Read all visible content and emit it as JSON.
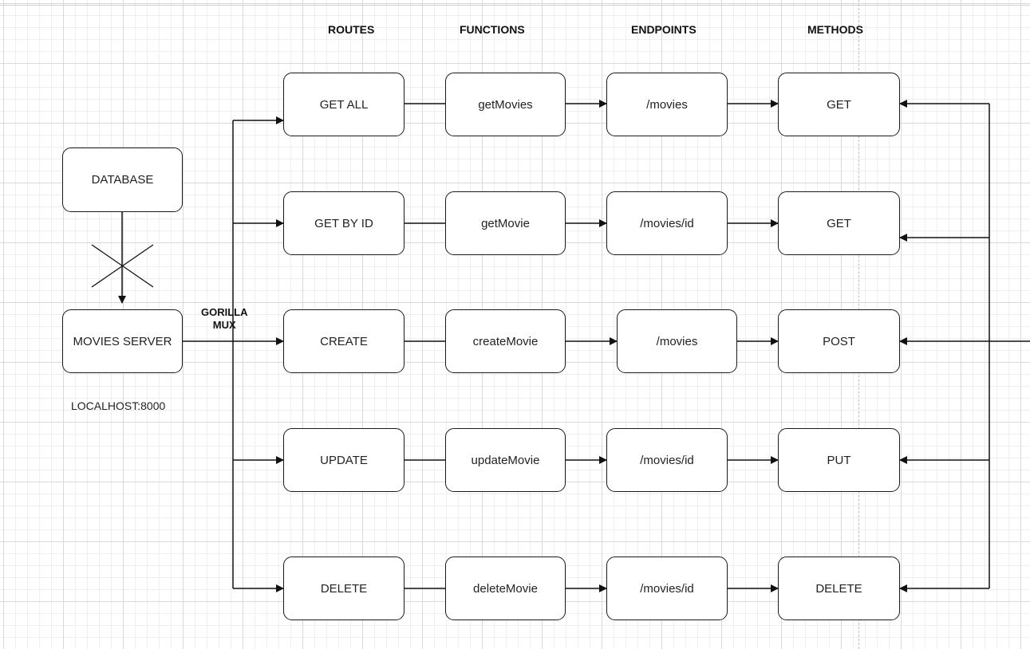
{
  "headers": {
    "routes": "ROUTES",
    "functions": "FUNCTIONS",
    "endpoints": "ENDPOINTS",
    "methods": "METHODS"
  },
  "database": {
    "label": "DATABASE"
  },
  "server": {
    "label": "MOVIES SERVER",
    "address": "LOCALHOST:8000"
  },
  "router": {
    "line1": "GORILLA",
    "line2": "MUX"
  },
  "rows": [
    {
      "route": "GET ALL",
      "function": "getMovies",
      "endpoint": "/movies",
      "method": "GET"
    },
    {
      "route": "GET BY ID",
      "function": "getMovie",
      "endpoint": "/movies/id",
      "method": "GET"
    },
    {
      "route": "CREATE",
      "function": "createMovie",
      "endpoint": "/movies",
      "method": "POST"
    },
    {
      "route": "UPDATE",
      "function": "updateMovie",
      "endpoint": "/movies/id",
      "method": "PUT"
    },
    {
      "route": "DELETE",
      "function": "deleteMovie",
      "endpoint": "/movies/id",
      "method": "DELETE"
    }
  ]
}
